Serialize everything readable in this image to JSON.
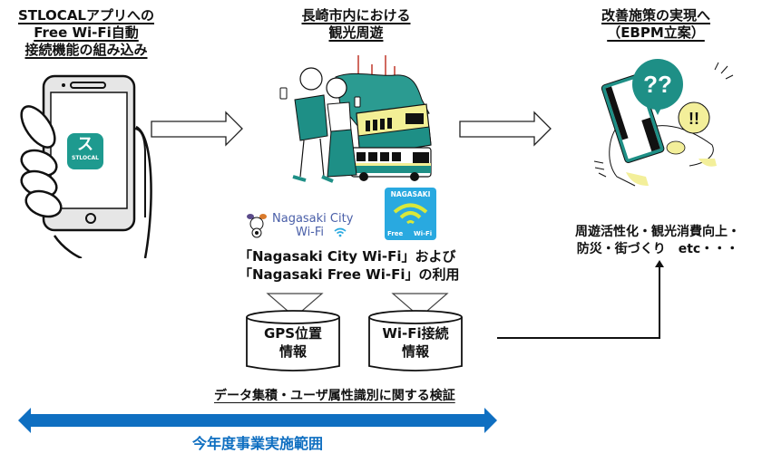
{
  "columns": {
    "left": {
      "title_lines": [
        "STLOCALアプリへの",
        "Free Wi-Fi自動",
        "接続機能の組み込み"
      ],
      "app_icon": {
        "label": "STLOCAL",
        "glyph": "ス",
        "color": "#1e9a8f"
      }
    },
    "middle": {
      "title_lines": [
        "長崎市内における",
        "観光周遊"
      ],
      "logos": {
        "city_wifi": {
          "line1": "Nagasaki City",
          "line2": "Wi-Fi",
          "color": "#4a5fa8"
        },
        "free_wifi": {
          "top": "NAGASAKI",
          "bottom_left": "Free",
          "bottom_right": "Wi-Fi",
          "bg_color": "#29a9e0",
          "wave_color": "#d8e83a"
        }
      },
      "usage_lines": [
        "「Nagasaki City Wi-Fi」および",
        "「Nagasaki Free Wi-Fi」の利用"
      ]
    },
    "right": {
      "title_lines": [
        "改善施策の実現へ",
        "（EBPM立案）"
      ],
      "bubbles": {
        "question": "??",
        "exclaim": "!!"
      },
      "outcome_lines": [
        "周遊活性化・観光消費向上・",
        "防災・街づくり　etc・・・"
      ]
    }
  },
  "databases": [
    {
      "lines": [
        "GPS位置",
        "情報"
      ]
    },
    {
      "lines": [
        "Wi-Fi接続",
        "情報"
      ]
    }
  ],
  "verification_label": "データ集積・ユーザ属性識別に関する検証",
  "scope": {
    "label": "今年度事業実施範囲",
    "color": "#0f6fc1"
  },
  "colors": {
    "teal": "#1e8f86",
    "yellow": "#f3ef9a"
  }
}
